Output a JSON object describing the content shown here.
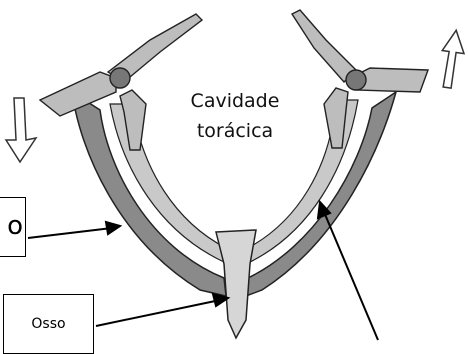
{
  "labels": {
    "cavity_line1": "Cavidade",
    "cavity_line2": "torácica",
    "left_box_fragment": "o",
    "bottom_box": "Osso"
  }
}
